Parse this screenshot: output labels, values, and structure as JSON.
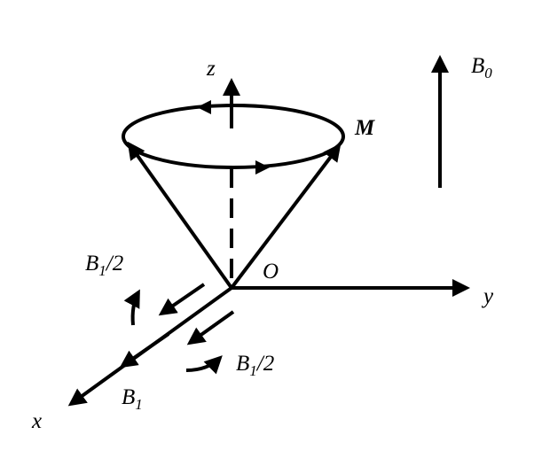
{
  "labels": {
    "z_axis": "z",
    "y_axis": "y",
    "x_axis": "x",
    "origin": "O",
    "magnetization": "M",
    "b0_main": "B",
    "b0_sub": "0",
    "b1_main": "B",
    "b1_sub": "1",
    "b1_half_upper_main": "B",
    "b1_half_upper_sub": "1",
    "b1_half_upper_tail": "/2",
    "b1_half_lower_main": "B",
    "b1_half_lower_sub": "1",
    "b1_half_lower_tail": "/2"
  },
  "colors": {
    "stroke": "#000000",
    "background": "#ffffff"
  }
}
